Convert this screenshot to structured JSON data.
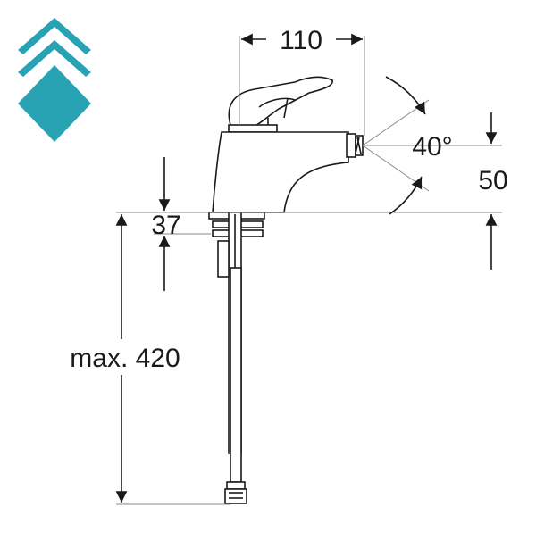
{
  "logo": {
    "name": "diamond-chevron-logo",
    "color": "#27a3b4"
  },
  "drawing": {
    "subject": "single-lever bidet mixer faucet technical drawing",
    "line_color": "#1a1a1a"
  },
  "dimensions": {
    "width_top": "110",
    "spout_angle": "40°",
    "spout_height": "50",
    "base_height": "37",
    "hose_length": "max. 420"
  }
}
